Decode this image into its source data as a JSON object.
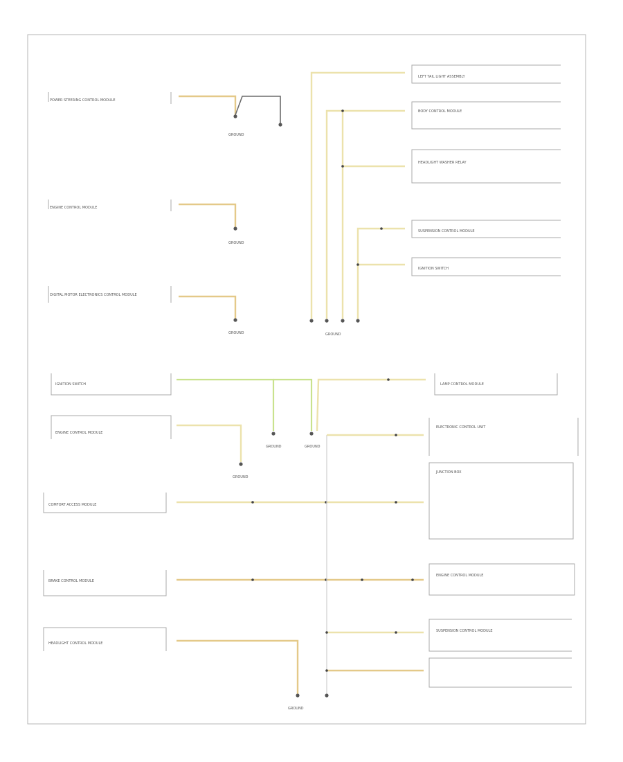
{
  "diagram": {
    "footer_code": "",
    "components": {
      "left_power_steering": "POWER STEERING CONTROL MODULE",
      "left_engine_ctrl": "ENGINE CONTROL MODULE",
      "left_ecm_relay": "DIGITAL MOTOR ELECTRONICS CONTROL MODULE",
      "left_ignition": "IGNITION SWITCH",
      "left_engine_module": "ENGINE CONTROL MODULE",
      "left_comfort": "COMFORT ACCESS MODULE",
      "left_brake_module": "BRAKE CONTROL MODULE",
      "left_headlight_ctrl": "HEADLIGHT CONTROL MODULE",
      "right_left_tail": "LEFT TAIL LIGHT ASSEMBLY",
      "right_block": "BODY CONTROL MODULE",
      "right_multi": "HEADLIGHT WASHER RELAY",
      "right_suspension": "SUSPENSION CONTROL MODULE",
      "right_ignition": "IGNITION SWITCH",
      "right_lamp_module": "LAMP CONTROL MODULE",
      "right_electronics": "ELECTRONIC CONTROL UNIT",
      "right_junction": "JUNCTION BOX",
      "right_engine": "ENGINE CONTROL MODULE",
      "right_suspension_ctrl": "SUSPENSION CONTROL MODULE",
      "g1": "GROUND",
      "g2": "GROUND",
      "g3": "GROUND",
      "g4": "GROUND",
      "g5": "GROUND",
      "g6": "GROUND",
      "g7": "GROUND",
      "g8": "GROUND"
    }
  }
}
